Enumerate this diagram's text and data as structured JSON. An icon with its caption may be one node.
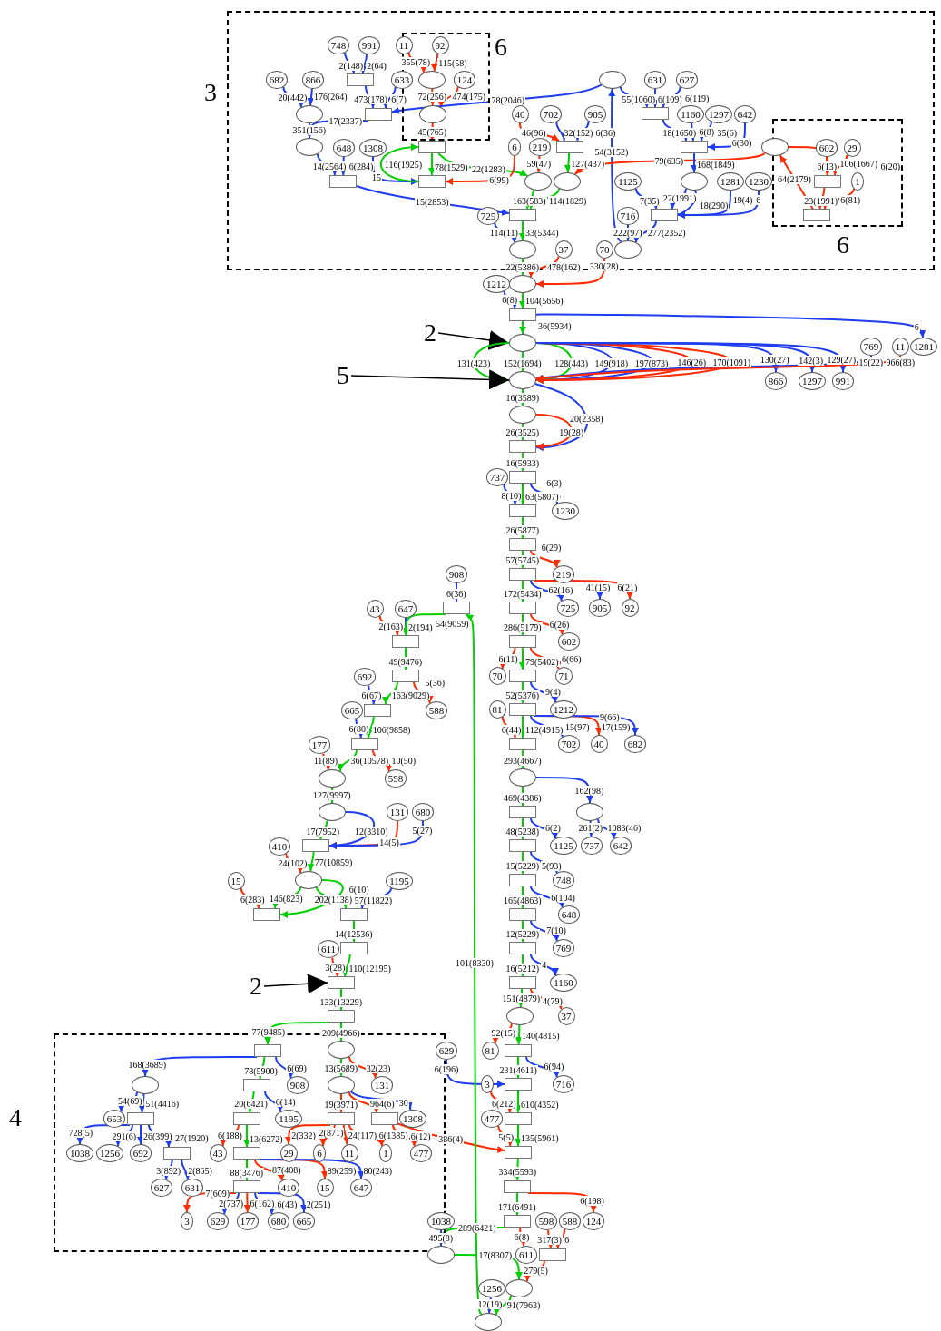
{
  "diagram": {
    "nodes": [
      {
        "text": [
          "3"
        ]
      },
      {
        "text": [
          "6"
        ],
        "in": 0
      },
      {
        "text": [
          "748"
        ],
        "in": 0
      },
      {
        "text": [
          "991"
        ],
        "in": 0
      },
      {
        "text": [
          "11"
        ],
        "in": 0
      },
      {
        "text": [
          "92"
        ],
        "in": 1
      },
      {
        "text": [
          "682"
        ],
        "in": 0
      },
      {
        "text": [
          "866"
        ],
        "in": 0
      },
      {
        "text": [],
        "shape": "box",
        "in": 0
      },
      {
        "text": [
          "633"
        ],
        "in": 0
      },
      {
        "text": [],
        "shape": "ellipse",
        "in": 1
      },
      {
        "text": [
          "124"
        ],
        "in": 1
      },
      {
        "text": [],
        "shape": "ellipse",
        "in": 0
      },
      {
        "text": [
          "631"
        ],
        "in": 0
      },
      {
        "text": [
          "627"
        ],
        "in": 0
      },
      {
        "text": [],
        "shape": "ellipse",
        "in": 0
      },
      {
        "text": [],
        "shape": "box",
        "in": 0
      },
      {
        "text": [],
        "shape": "ellipse",
        "in": 1
      },
      {
        "text": [
          "40"
        ],
        "in": 0
      },
      {
        "text": [
          "702"
        ],
        "in": 0
      },
      {
        "text": [
          "905"
        ],
        "in": 0
      },
      {
        "text": [],
        "shape": "box",
        "in": 0
      },
      {
        "text": [
          "1160"
        ],
        "in": 0
      },
      {
        "text": [
          "1297"
        ],
        "in": 0
      },
      {
        "text": [
          "642"
        ],
        "in": 0
      },
      {
        "text": [
          "6"
        ],
        "in": 0
      },
      {
        "text": [],
        "shape": "ellipse",
        "in": 0
      },
      {
        "text": [
          "648"
        ],
        "in": 0
      },
      {
        "text": [
          "1308"
        ],
        "in": 0
      },
      {
        "text": [],
        "shape": "box",
        "in": 0
      },
      {
        "text": [
          "6"
        ],
        "in": 0
      },
      {
        "text": [
          "219"
        ],
        "in": 0
      },
      {
        "text": [],
        "shape": "box",
        "in": 0
      },
      {
        "text": [],
        "shape": "box",
        "in": 0
      },
      {
        "text": [],
        "shape": "ellipse",
        "in": 0
      },
      {
        "text": [
          "602"
        ],
        "in": 25
      },
      {
        "text": [
          "29"
        ],
        "in": 25
      },
      {
        "text": [],
        "shape": "box",
        "in": 0
      },
      {
        "text": [],
        "shape": "box",
        "in": 0
      },
      {
        "text": [],
        "shape": "ellipse",
        "in": 0
      },
      {
        "text": [],
        "shape": "ellipse",
        "in": 0
      },
      {
        "text": [
          "1125"
        ],
        "in": 0
      },
      {
        "text": [],
        "shape": "ellipse",
        "in": 0
      },
      {
        "text": [
          "1281"
        ],
        "in": 0
      },
      {
        "text": [
          "1230"
        ],
        "in": 0
      },
      {
        "text": [],
        "shape": "box",
        "in": 25
      },
      {
        "text": [
          "1"
        ],
        "in": 25
      },
      {
        "text": [
          "725"
        ],
        "in": 0
      },
      {
        "text": [],
        "shape": "box",
        "in": 0
      },
      {
        "text": [
          "716"
        ],
        "in": 0
      },
      {
        "text": [],
        "shape": "box",
        "in": 0
      },
      {
        "text": [],
        "shape": "box",
        "in": 25
      },
      {
        "text": [],
        "shape": "ellipse",
        "in": 0
      },
      {
        "text": [
          "37"
        ],
        "in": 0
      },
      {
        "text": [
          "70"
        ],
        "in": 0
      },
      {
        "text": [],
        "shape": "ellipse",
        "in": 0
      },
      {
        "text": [
          "1212"
        ]
      },
      {
        "text": [],
        "shape": "ellipse"
      },
      {
        "text": [],
        "shape": "box"
      },
      {
        "text": [
          "2"
        ]
      },
      {
        "text": [],
        "shape": "ellipse"
      },
      {
        "text": [
          "769"
        ]
      },
      {
        "text": [
          "11"
        ]
      },
      {
        "text": [
          "1281"
        ]
      },
      {
        "text": [
          "5"
        ]
      },
      {
        "text": [],
        "shape": "ellipse"
      },
      {
        "text": [
          "866"
        ]
      },
      {
        "text": [
          "1297"
        ]
      },
      {
        "text": [
          "991"
        ]
      },
      {
        "text": [],
        "shape": "ellipse"
      },
      {
        "text": [],
        "shape": "box"
      },
      {
        "text": [
          "737"
        ]
      },
      {
        "text": [],
        "shape": "box"
      },
      {
        "text": [],
        "shape": "box"
      },
      {
        "text": [
          "1230"
        ]
      },
      {
        "text": [],
        "shape": "box"
      },
      {
        "text": [
          "908"
        ]
      },
      {
        "text": [],
        "shape": "box"
      },
      {
        "text": [
          "219"
        ]
      },
      {
        "text": [
          "43"
        ]
      },
      {
        "text": [
          "647"
        ]
      },
      {
        "text": [],
        "shape": "box"
      },
      {
        "text": [],
        "shape": "box"
      },
      {
        "text": [
          "725"
        ]
      },
      {
        "text": [
          "905"
        ]
      },
      {
        "text": [
          "92"
        ]
      },
      {
        "text": [],
        "shape": "box"
      },
      {
        "text": [],
        "shape": "box"
      },
      {
        "text": [
          "602"
        ]
      },
      {
        "text": [
          "692"
        ]
      },
      {
        "text": [],
        "shape": "box"
      },
      {
        "text": [
          "70"
        ]
      },
      {
        "text": [],
        "shape": "box"
      },
      {
        "text": [
          "71"
        ]
      },
      {
        "text": [
          "665"
        ]
      },
      {
        "text": [],
        "shape": "box"
      },
      {
        "text": [
          "588"
        ]
      },
      {
        "text": [
          "81"
        ]
      },
      {
        "text": [],
        "shape": "box"
      },
      {
        "text": [
          "1212"
        ]
      },
      {
        "text": [
          "177"
        ]
      },
      {
        "text": [],
        "shape": "box"
      },
      {
        "text": [],
        "shape": "box"
      },
      {
        "text": [
          "702"
        ]
      },
      {
        "text": [
          "40"
        ]
      },
      {
        "text": [
          "682"
        ]
      },
      {
        "text": [],
        "shape": "ellipse"
      },
      {
        "text": [
          "598"
        ]
      },
      {
        "text": [],
        "shape": "ellipse"
      },
      {
        "text": [],
        "shape": "ellipse"
      },
      {
        "text": [
          "131"
        ]
      },
      {
        "text": [
          "680"
        ]
      },
      {
        "text": [],
        "shape": "box"
      },
      {
        "text": [],
        "shape": "ellipse"
      },
      {
        "text": [
          "410"
        ]
      },
      {
        "text": [],
        "shape": "box"
      },
      {
        "text": [],
        "shape": "box"
      },
      {
        "text": [
          "1125"
        ]
      },
      {
        "text": [
          "737"
        ]
      },
      {
        "text": [
          "642"
        ]
      },
      {
        "text": [
          "15"
        ]
      },
      {
        "text": [],
        "shape": "ellipse"
      },
      {
        "text": [
          "1195"
        ]
      },
      {
        "text": [],
        "shape": "box"
      },
      {
        "text": [
          "748"
        ]
      },
      {
        "text": [],
        "shape": "box"
      },
      {
        "text": [],
        "shape": "box"
      },
      {
        "text": [],
        "shape": "box"
      },
      {
        "text": [
          "648"
        ]
      },
      {
        "text": [
          "611"
        ]
      },
      {
        "text": [],
        "shape": "box"
      },
      {
        "text": [],
        "shape": "box"
      },
      {
        "text": [
          "769"
        ]
      },
      {
        "text": [
          "2"
        ]
      },
      {
        "text": [],
        "shape": "box"
      },
      {
        "text": [],
        "shape": "box"
      },
      {
        "text": [
          "1160"
        ]
      },
      {
        "text": [],
        "shape": "box"
      },
      {
        "text": [],
        "shape": "ellipse"
      },
      {
        "text": [
          "37"
        ]
      },
      {
        "text": [
          "4"
        ]
      },
      {
        "text": [],
        "shape": "box",
        "in": 140
      },
      {
        "text": [],
        "shape": "ellipse",
        "in": 140
      },
      {
        "text": [
          "629"
        ]
      },
      {
        "text": [
          "81"
        ]
      },
      {
        "text": [],
        "shape": "box"
      },
      {
        "text": [],
        "shape": "ellipse",
        "in": 140
      },
      {
        "text": [],
        "shape": "box",
        "in": 140
      },
      {
        "text": [
          "908"
        ],
        "in": 140
      },
      {
        "text": [],
        "shape": "ellipse",
        "in": 140
      },
      {
        "text": [
          "131"
        ],
        "in": 140
      },
      {
        "text": [
          "3"
        ]
      },
      {
        "text": [],
        "shape": "box"
      },
      {
        "text": [
          "716"
        ]
      },
      {
        "text": [
          "653"
        ],
        "in": 140
      },
      {
        "text": [],
        "shape": "box",
        "in": 140
      },
      {
        "text": [],
        "shape": "box",
        "in": 140
      },
      {
        "text": [
          "1195"
        ],
        "in": 140
      },
      {
        "text": [],
        "shape": "box",
        "in": 140
      },
      {
        "text": [],
        "shape": "box",
        "in": 140
      },
      {
        "text": [
          "1308"
        ],
        "in": 140
      },
      {
        "text": [
          "477"
        ]
      },
      {
        "text": [],
        "shape": "box"
      },
      {
        "text": [
          "1038"
        ],
        "in": 140
      },
      {
        "text": [
          "1256"
        ],
        "in": 140
      },
      {
        "text": [
          "692"
        ],
        "in": 140
      },
      {
        "text": [],
        "shape": "box",
        "in": 140
      },
      {
        "text": [
          "43"
        ],
        "in": 140
      },
      {
        "text": [],
        "shape": "box",
        "in": 140
      },
      {
        "text": [
          "29"
        ],
        "in": 140
      },
      {
        "text": [
          "6"
        ],
        "in": 140
      },
      {
        "text": [
          "11"
        ],
        "in": 140
      },
      {
        "text": [
          "1"
        ],
        "in": 140
      },
      {
        "text": [
          "477"
        ],
        "in": 140
      },
      {
        "text": [],
        "shape": "box"
      },
      {
        "text": [
          "627"
        ],
        "in": 140
      },
      {
        "text": [
          "631"
        ],
        "in": 140
      },
      {
        "text": [],
        "shape": "box",
        "in": 140
      },
      {
        "text": [
          "410"
        ],
        "in": 140
      },
      {
        "text": [
          "15"
        ],
        "in": 140
      },
      {
        "text": [
          "647"
        ],
        "in": 140
      },
      {
        "text": [],
        "shape": "box"
      },
      {
        "text": [
          "3"
        ],
        "in": 140
      },
      {
        "text": [
          "629"
        ],
        "in": 140
      },
      {
        "text": [
          "177"
        ],
        "in": 140
      },
      {
        "text": [
          "680"
        ],
        "in": 140
      },
      {
        "text": [
          "665"
        ],
        "in": 140
      },
      {
        "text": [
          "1038"
        ]
      },
      {
        "text": [
          "598"
        ]
      },
      {
        "text": [
          "588"
        ]
      },
      {
        "text": [
          "124"
        ]
      },
      {
        "text": [],
        "shape": "box"
      },
      {
        "text": [],
        "shape": "ellipse"
      },
      {
        "text": [
          "611"
        ]
      },
      {
        "text": [],
        "shape": "box"
      },
      {
        "text": [
          "1256"
        ]
      },
      {
        "text": [],
        "shape": "ellipse"
      },
      {
        "text": [],
        "shape": "ellipse"
      }
    ],
    "edges": [
      {
        "from": 2,
        "to": 8,
        "arrow": "to",
        "label": "2(148)"
      },
      {
        "from": 3,
        "to": 8,
        "arrow": "to",
        "label": "2(64)"
      },
      {
        "from": 4,
        "to": 10,
        "arrow": "to",
        "label": "355(78)",
        "color": "#ff2a00"
      },
      {
        "from": 5,
        "to": 10,
        "arrow": "to",
        "label": "115(58)",
        "color": "#ff2a00"
      },
      {
        "from": 6,
        "to": 15,
        "arrow": "to",
        "label": "20(442)"
      },
      {
        "from": 7,
        "to": 15,
        "arrow": "to",
        "label": "176(264)"
      },
      {
        "from": 8,
        "to": 16,
        "arrow": "to",
        "label": "473(178)"
      },
      {
        "from": 9,
        "to": 16,
        "arrow": "to",
        "label": "6(7)"
      },
      {
        "from": 10,
        "to": 17,
        "arrow": "to",
        "label": "72(256)",
        "color": "#ff2a00"
      },
      {
        "from": 11,
        "to": 17,
        "arrow": "to",
        "label": "474(175)",
        "color": "#ff2a00"
      },
      {
        "from": 12,
        "to": 16,
        "arrow": "to",
        "label": "78(2046)"
      },
      {
        "from": 15,
        "to": 26,
        "arrow": "to",
        "label": "351(156)"
      },
      {
        "from": 16,
        "to": 26,
        "arrow": "to",
        "label": "17(2337)"
      },
      {
        "from": 17,
        "to": 29,
        "arrow": "to",
        "label": "45(765)",
        "color": "#ff2a00"
      },
      {
        "from": 26,
        "to": 37,
        "arrow": "to",
        "label": "14(2564)"
      },
      {
        "from": 27,
        "to": 37,
        "arrow": "to",
        "label": "6(284)"
      },
      {
        "from": 28,
        "to": 38,
        "arrow": "to",
        "label": "15"
      },
      {
        "from": 38,
        "to": 29,
        "arrow": "to",
        "label": "116(1925)",
        "color": "#00d000"
      },
      {
        "from": 29,
        "to": 38,
        "arrow": "to",
        "label": "78(1529)",
        "color": "#00d000"
      },
      {
        "from": 29,
        "to": 39,
        "arrow": "to",
        "label": "22(1283)",
        "color": "#00d000"
      },
      {
        "from": 30,
        "to": 38,
        "arrow": "to",
        "label": "6(99)",
        "color": "#ff2a00"
      },
      {
        "from": 31,
        "to": 39,
        "arrow": "to",
        "label": "59(47)",
        "color": "#ff2a00"
      },
      {
        "from": 32,
        "to": 40,
        "arrow": "to",
        "label": "127(437)",
        "color": "#00d000"
      },
      {
        "from": 55,
        "to": 12,
        "arrow": "to",
        "label": "54(3152)"
      },
      {
        "from": 34,
        "to": 40,
        "arrow": "to",
        "label": "79(635)",
        "color": "#ff2a00"
      },
      {
        "from": 34,
        "to": 45,
        "arrow": "to",
        "label": "106(1667)",
        "color": "#ff2a00"
      },
      {
        "from": 35,
        "to": 45,
        "arrow": "to",
        "label": "6(13)",
        "color": "#ff2a00"
      },
      {
        "from": 36,
        "to": 45,
        "arrow": "to",
        "label": "6(20)",
        "color": "#ff2a00"
      },
      {
        "from": 45,
        "to": 51,
        "arrow": "to",
        "label": "23(1991)",
        "color": "#ff2a00"
      },
      {
        "from": 46,
        "to": 51,
        "arrow": "to",
        "label": "6(81)",
        "color": "#ff2a00"
      },
      {
        "from": 51,
        "to": 34,
        "arrow": "to",
        "label": "64(2179)",
        "color": "#ff2a00"
      },
      {
        "from": 18,
        "to": 32,
        "arrow": "to",
        "label": "46(96)",
        "color": "#ff2a00"
      },
      {
        "from": 19,
        "to": 32,
        "arrow": "to",
        "label": "32(152)"
      },
      {
        "from": 20,
        "to": 32,
        "arrow": "to",
        "label": "6(36)"
      },
      {
        "from": 37,
        "to": 48,
        "arrow": "to",
        "label": "15(2853)"
      },
      {
        "from": 39,
        "to": 48,
        "arrow": "to",
        "label": "163(583)",
        "color": "#00d000"
      },
      {
        "from": 40,
        "to": 48,
        "arrow": "to",
        "label": "114(1829)",
        "color": "#00d000"
      },
      {
        "from": 48,
        "to": 52,
        "arrow": "to",
        "label": "33(5344)",
        "color": "#00d000"
      },
      {
        "from": 47,
        "to": 52,
        "arrow": "to",
        "label": "114(11)"
      },
      {
        "from": 12,
        "to": 21,
        "arrow": "to",
        "label": "55(1060)"
      },
      {
        "from": 13,
        "to": 21,
        "arrow": "to",
        "label": "6(109)"
      },
      {
        "from": 14,
        "to": 21,
        "arrow": "to",
        "label": "6(119)"
      },
      {
        "from": 21,
        "to": 33,
        "arrow": "to",
        "label": "18(1650)"
      },
      {
        "from": 22,
        "to": 33,
        "arrow": "to",
        "label": "6(8)"
      },
      {
        "from": 23,
        "to": 33,
        "arrow": "to",
        "label": "35(6)"
      },
      {
        "from": 24,
        "to": 33,
        "arrow": "to",
        "label": "6(30)"
      },
      {
        "from": 33,
        "to": 42,
        "arrow": "to",
        "label": "168(1849)"
      },
      {
        "from": 42,
        "to": 50,
        "arrow": "to",
        "label": "22(1991)"
      },
      {
        "from": 42,
        "to": 50,
        "arrow": "to",
        "label": "18(290)"
      },
      {
        "from": 41,
        "to": 50,
        "arrow": "to",
        "label": "7(35)"
      },
      {
        "from": 43,
        "to": 50,
        "arrow": "to",
        "label": "19(4)"
      },
      {
        "from": 44,
        "to": 50,
        "arrow": "to",
        "label": "6"
      },
      {
        "from": 49,
        "to": 55,
        "arrow": "to",
        "label": "222(97)"
      },
      {
        "from": 50,
        "to": 55,
        "arrow": "to",
        "label": "277(2352)"
      },
      {
        "from": 52,
        "to": 57,
        "arrow": "to",
        "label": "22(5386)",
        "color": "#00d000"
      },
      {
        "from": 53,
        "to": 57,
        "arrow": "to",
        "label": "478(162)",
        "color": "#ff2a00"
      },
      {
        "from": 54,
        "to": 57,
        "arrow": "to",
        "label": "330(28)",
        "color": "#ff2a00"
      },
      {
        "from": 57,
        "to": 58,
        "arrow": "to",
        "label": "104(5656)",
        "color": "#00d000"
      },
      {
        "from": 56,
        "to": 58,
        "arrow": "to",
        "label": "6(8)"
      },
      {
        "from": 58,
        "to": 63,
        "arrow": "to",
        "label": "6"
      },
      {
        "from": 58,
        "to": 60,
        "arrow": "to",
        "label": "36(5934)",
        "color": "#00d000"
      },
      {
        "from": 59,
        "to": 60,
        "arrow": "to",
        "color": "#000000"
      },
      {
        "from": 60,
        "to": 65,
        "arrow": "to",
        "label": "131(423)",
        "color": "#00d000"
      },
      {
        "from": 60,
        "to": 65,
        "arrow": "to",
        "label": "152(1694)",
        "color": "#00d000"
      },
      {
        "from": 60,
        "to": 65,
        "arrow": "to",
        "label": "128(443)",
        "color": "#00d000"
      },
      {
        "from": 60,
        "to": 65,
        "arrow": "to",
        "label": "149(918)"
      },
      {
        "from": 60,
        "to": 65,
        "arrow": "to",
        "label": "197(873)"
      },
      {
        "from": 60,
        "to": 65,
        "arrow": "to",
        "label": "146(26)",
        "color": "#ff2a00"
      },
      {
        "from": 60,
        "to": 65,
        "arrow": "to",
        "label": "170(1091)",
        "color": "#ff2a00"
      },
      {
        "from": 60,
        "to": 66,
        "arrow": "to",
        "label": "130(27)"
      },
      {
        "from": 60,
        "to": 67,
        "arrow": "to",
        "label": "142(3)"
      },
      {
        "from": 60,
        "to": 68,
        "arrow": "to",
        "label": "129(27)"
      },
      {
        "from": 61,
        "to": 65,
        "arrow": "to",
        "label": "19(22)"
      },
      {
        "from": 62,
        "to": 65,
        "arrow": "to",
        "label": "966(83)",
        "color": "#ff2a00"
      },
      {
        "from": 64,
        "to": 65,
        "arrow": "to",
        "color": "#000000"
      },
      {
        "from": 65,
        "to": 69,
        "arrow": "to",
        "label": "16(3589)",
        "color": "#00d000"
      },
      {
        "from": 65,
        "to": 70,
        "arrow": "to",
        "label": "20(2358)"
      },
      {
        "from": 69,
        "to": 70,
        "arrow": "to",
        "label": "26(3525)",
        "color": "#00d000"
      },
      {
        "from": 69,
        "to": 70,
        "arrow": "to",
        "label": "19(28)",
        "color": "#ff2a00"
      },
      {
        "from": 70,
        "to": 72,
        "arrow": "to",
        "label": "16(5933)",
        "color": "#00d000"
      },
      {
        "from": 72,
        "to": 73,
        "arrow": "to",
        "label": "63(5807)",
        "color": "#00d000"
      },
      {
        "from": 71,
        "to": 73,
        "arrow": "to",
        "label": "8(10)"
      },
      {
        "from": 72,
        "to": 74,
        "arrow": "to",
        "label": "6(3)"
      },
      {
        "from": 73,
        "to": 75,
        "arrow": "to",
        "label": "26(5877)",
        "color": "#00d000"
      },
      {
        "from": 75,
        "to": 77,
        "arrow": "to",
        "label": "57(5745)",
        "color": "#00d000"
      },
      {
        "from": 75,
        "to": 78,
        "arrow": "to",
        "label": "6(29)",
        "color": "#ff2a00"
      },
      {
        "from": 77,
        "to": 82,
        "arrow": "to",
        "label": "172(5434)",
        "color": "#00d000"
      },
      {
        "from": 77,
        "to": 83,
        "arrow": "to",
        "label": "62(16)"
      },
      {
        "from": 77,
        "to": 84,
        "arrow": "to",
        "label": "41(15)"
      },
      {
        "from": 77,
        "to": 85,
        "arrow": "to",
        "label": "6(21)",
        "color": "#ff2a00"
      },
      {
        "from": 82,
        "to": 87,
        "arrow": "to",
        "label": "286(5179)",
        "color": "#00d000"
      },
      {
        "from": 82,
        "to": 88,
        "arrow": "to",
        "label": "6(26)",
        "color": "#ff2a00"
      },
      {
        "from": 87,
        "to": 92,
        "arrow": "to",
        "label": "79(5402)",
        "color": "#00d000"
      },
      {
        "from": 87,
        "to": 91,
        "arrow": "to",
        "label": "6(11)",
        "color": "#ff2a00"
      },
      {
        "from": 87,
        "to": 93,
        "arrow": "to",
        "label": "6(66)",
        "color": "#ff2a00"
      },
      {
        "from": 92,
        "to": 98,
        "arrow": "to",
        "label": "52(5376)",
        "color": "#00d000"
      },
      {
        "from": 92,
        "to": 99,
        "arrow": "to",
        "label": "9(4)"
      },
      {
        "from": 98,
        "to": 102,
        "arrow": "to",
        "label": "112(4915)",
        "color": "#00d000"
      },
      {
        "from": 97,
        "to": 102,
        "arrow": "to",
        "label": "6(44)",
        "color": "#ff2a00"
      },
      {
        "from": 98,
        "to": 103,
        "arrow": "to",
        "label": "15(97)"
      },
      {
        "from": 98,
        "to": 104,
        "arrow": "to",
        "label": "17(159)",
        "color": "#ff2a00"
      },
      {
        "from": 98,
        "to": 105,
        "arrow": "to",
        "label": "9(66)"
      },
      {
        "from": 102,
        "to": 108,
        "arrow": "to",
        "label": "293(4667)",
        "color": "#00d000"
      },
      {
        "from": 108,
        "to": 112,
        "arrow": "to",
        "label": "469(4386)",
        "color": "#00d000"
      },
      {
        "from": 108,
        "to": 113,
        "arrow": "to",
        "label": "162(98)"
      },
      {
        "from": 112,
        "to": 116,
        "arrow": "to",
        "label": "48(5238)",
        "color": "#00d000"
      },
      {
        "from": 112,
        "to": 117,
        "arrow": "to",
        "label": "6(2)"
      },
      {
        "from": 113,
        "to": 118,
        "arrow": "to",
        "label": "261(2)"
      },
      {
        "from": 113,
        "to": 119,
        "arrow": "to",
        "label": "1083(46)"
      },
      {
        "from": 116,
        "to": 123,
        "arrow": "to",
        "label": "15(5229)",
        "color": "#00d000"
      },
      {
        "from": 116,
        "to": 124,
        "arrow": "to",
        "label": "5(93)"
      },
      {
        "from": 123,
        "to": 127,
        "arrow": "to",
        "label": "165(4863)",
        "color": "#00d000"
      },
      {
        "from": 123,
        "to": 128,
        "arrow": "to",
        "label": "6(104)"
      },
      {
        "from": 127,
        "to": 131,
        "arrow": "to",
        "label": "12(5229)",
        "color": "#00d000"
      },
      {
        "from": 127,
        "to": 132,
        "arrow": "to",
        "label": "7(10)"
      },
      {
        "from": 131,
        "to": 135,
        "arrow": "to",
        "label": "16(5212)",
        "color": "#00d000"
      },
      {
        "from": 131,
        "to": 136,
        "arrow": "to",
        "label": "4"
      },
      {
        "from": 135,
        "to": 138,
        "arrow": "to",
        "label": "151(4879)",
        "color": "#00d000"
      },
      {
        "from": 135,
        "to": 139,
        "arrow": "to",
        "label": "4(79)",
        "color": "#ff2a00"
      },
      {
        "from": 138,
        "to": 145,
        "arrow": "to",
        "label": "140(4815)",
        "color": "#00d000"
      },
      {
        "from": 138,
        "to": 144,
        "arrow": "to",
        "label": "92(15)",
        "color": "#ff2a00"
      },
      {
        "from": 145,
        "to": 152,
        "arrow": "to",
        "label": "231(4611)",
        "color": "#00d000"
      },
      {
        "from": 145,
        "to": 153,
        "arrow": "to",
        "label": "6(94)"
      },
      {
        "from": 143,
        "to": 152,
        "arrow": "to",
        "label": "6(196)"
      },
      {
        "from": 152,
        "to": 162,
        "arrow": "to",
        "label": "610(4352)",
        "color": "#00d000"
      },
      {
        "from": 151,
        "to": 162,
        "arrow": "to",
        "label": "6(212)",
        "color": "#ff2a00"
      },
      {
        "from": 162,
        "to": 174,
        "arrow": "to",
        "label": "135(5961)",
        "color": "#00d000"
      },
      {
        "from": 161,
        "to": 174,
        "arrow": "to",
        "label": "5(5)",
        "color": "#ff2a00"
      },
      {
        "from": 159,
        "to": 174,
        "arrow": "to",
        "label": "386(4)",
        "color": "#ff2a00"
      },
      {
        "from": 174,
        "to": 181,
        "arrow": "to",
        "label": "334(5593)",
        "color": "#00d000"
      },
      {
        "from": 181,
        "to": 191,
        "arrow": "to",
        "label": "171(6491)",
        "color": "#00d000"
      },
      {
        "from": 181,
        "to": 190,
        "arrow": "to",
        "label": "6(198)",
        "color": "#ff2a00"
      },
      {
        "from": 191,
        "to": 193,
        "arrow": "to",
        "label": "6(8)",
        "color": "#ff2a00"
      },
      {
        "from": 191,
        "to": 192,
        "arrow": "to",
        "label": "289(6421)",
        "color": "#00d000"
      },
      {
        "from": 188,
        "to": 194,
        "arrow": "to",
        "label": "317(3)",
        "color": "#ff2a00"
      },
      {
        "from": 189,
        "to": 194,
        "arrow": "to",
        "label": "6",
        "color": "#ff2a00"
      },
      {
        "from": 187,
        "to": 192,
        "arrow": "to",
        "label": "495(8)"
      },
      {
        "from": 192,
        "to": 196,
        "arrow": "to",
        "label": "17(8307)",
        "color": "#00d000"
      },
      {
        "from": 194,
        "to": 196,
        "arrow": "to",
        "label": "279(5)",
        "color": "#ff2a00"
      },
      {
        "from": 196,
        "to": 197,
        "arrow": "to",
        "label": "91(7963)",
        "color": "#00d000"
      },
      {
        "from": 195,
        "to": 197,
        "arrow": "to",
        "label": "12(19)"
      },
      {
        "from": 197,
        "to": 81,
        "arrow": "to",
        "label": "101(8330)",
        "color": "#00d000"
      },
      {
        "from": 76,
        "to": 81,
        "arrow": "to",
        "label": "6(36)"
      },
      {
        "from": 79,
        "to": 86,
        "arrow": "to",
        "label": "2(163)",
        "color": "#ff2a00"
      },
      {
        "from": 80,
        "to": 86,
        "arrow": "to",
        "label": "2(194)"
      },
      {
        "from": 81,
        "to": 86,
        "arrow": "to",
        "label": "54(9059)",
        "color": "#00d000"
      },
      {
        "from": 86,
        "to": 90,
        "arrow": "to",
        "label": "49(9476)",
        "color": "#00d000"
      },
      {
        "from": 90,
        "to": 95,
        "arrow": "to",
        "label": "163(9029)",
        "color": "#00d000"
      },
      {
        "from": 89,
        "to": 95,
        "arrow": "to",
        "label": "6(67)"
      },
      {
        "from": 90,
        "to": 96,
        "arrow": "to",
        "label": "5(36)",
        "color": "#ff2a00"
      },
      {
        "from": 95,
        "to": 101,
        "arrow": "to",
        "label": "106(9858)",
        "color": "#00d000"
      },
      {
        "from": 94,
        "to": 101,
        "arrow": "to",
        "label": "6(80)"
      },
      {
        "from": 101,
        "to": 107,
        "arrow": "to",
        "label": "10(50)",
        "color": "#ff2a00"
      },
      {
        "from": 101,
        "to": 106,
        "arrow": "to",
        "label": "36(10578)",
        "color": "#00d000"
      },
      {
        "from": 100,
        "to": 106,
        "arrow": "to",
        "label": "11(89)",
        "color": "#ff2a00"
      },
      {
        "from": 106,
        "to": 109,
        "arrow": "to",
        "label": "127(9997)",
        "color": "#00d000"
      },
      {
        "from": 109,
        "to": 115,
        "arrow": "to",
        "label": "17(7952)",
        "color": "#00d000"
      },
      {
        "from": 109,
        "to": 115,
        "arrow": "to",
        "label": "12(3310)"
      },
      {
        "from": 110,
        "to": 115,
        "arrow": "to",
        "label": "14(5)",
        "color": "#ff2a00"
      },
      {
        "from": 111,
        "to": 115,
        "arrow": "to",
        "label": "5(27)"
      },
      {
        "from": 115,
        "to": 121,
        "arrow": "to",
        "label": "77(10859)",
        "color": "#00d000"
      },
      {
        "from": 114,
        "to": 121,
        "arrow": "to",
        "label": "24(102)",
        "color": "#ff2a00"
      },
      {
        "from": 121,
        "to": 125,
        "arrow": "to",
        "label": "146(823)",
        "color": "#00d000"
      },
      {
        "from": 121,
        "to": 125,
        "arrow": "to",
        "label": "202(1138)",
        "color": "#00d000"
      },
      {
        "from": 120,
        "to": 125,
        "arrow": "to",
        "label": "6(283)",
        "color": "#ff2a00"
      },
      {
        "from": 121,
        "to": 126,
        "arrow": "to",
        "label": "57(11822)",
        "color": "#00d000"
      },
      {
        "from": 122,
        "to": 126,
        "arrow": "to",
        "label": "6(10)"
      },
      {
        "from": 126,
        "to": 130,
        "arrow": "to",
        "label": "14(12536)",
        "color": "#00d000"
      },
      {
        "from": 130,
        "to": 134,
        "arrow": "to",
        "label": "110(12195)",
        "color": "#00d000"
      },
      {
        "from": 129,
        "to": 134,
        "arrow": "to",
        "label": "3(28)",
        "color": "#ff2a00"
      },
      {
        "from": 133,
        "to": 134,
        "arrow": "to",
        "color": "#000000"
      },
      {
        "from": 134,
        "to": 137,
        "arrow": "to",
        "label": "133(13229)",
        "color": "#00d000"
      },
      {
        "from": 137,
        "to": 141,
        "arrow": "to",
        "label": "77(9485)",
        "color": "#00d000"
      },
      {
        "from": 137,
        "to": 142,
        "arrow": "to",
        "label": "209(4966)",
        "color": "#00d000"
      },
      {
        "from": 141,
        "to": 146,
        "arrow": "to",
        "label": "168(3689)"
      },
      {
        "from": 141,
        "to": 147,
        "arrow": "to",
        "label": "78(5900)",
        "color": "#00d000"
      },
      {
        "from": 141,
        "to": 148,
        "arrow": "to",
        "label": "6(69)"
      },
      {
        "from": 142,
        "to": 149,
        "arrow": "to",
        "label": "13(5689)",
        "color": "#00d000"
      },
      {
        "from": 142,
        "to": 150,
        "arrow": "to",
        "label": "32(23)",
        "color": "#ff2a00"
      },
      {
        "from": 146,
        "to": 154,
        "arrow": "to",
        "label": "54(69)"
      },
      {
        "from": 146,
        "to": 155,
        "arrow": "to",
        "label": "51(4416)"
      },
      {
        "from": 147,
        "to": 156,
        "arrow": "to",
        "label": "20(6421)",
        "color": "#00d000"
      },
      {
        "from": 147,
        "to": 157,
        "arrow": "to",
        "label": "6(14)"
      },
      {
        "from": 149,
        "to": 158,
        "arrow": "to",
        "label": "19(3971)",
        "color": "#ff2a00"
      },
      {
        "from": 149,
        "to": 159,
        "arrow": "to",
        "label": "964(6)",
        "color": "#ff2a00"
      },
      {
        "from": 149,
        "to": 160,
        "arrow": "to",
        "label": "30"
      },
      {
        "from": 155,
        "to": 163,
        "arrow": "to",
        "label": "728(5)"
      },
      {
        "from": 155,
        "to": 164,
        "arrow": "to",
        "label": "291(6)"
      },
      {
        "from": 155,
        "to": 165,
        "arrow": "to",
        "label": "26(399)"
      },
      {
        "from": 155,
        "to": 166,
        "arrow": "to",
        "label": "27(1920)"
      },
      {
        "from": 156,
        "to": 167,
        "arrow": "to",
        "label": "6(188)",
        "color": "#ff2a00"
      },
      {
        "from": 156,
        "to": 168,
        "arrow": "to",
        "label": "13(6272)",
        "color": "#00d000"
      },
      {
        "from": 158,
        "to": 169,
        "arrow": "to",
        "label": "2(332)",
        "color": "#ff2a00"
      },
      {
        "from": 158,
        "to": 170,
        "arrow": "to",
        "label": "2(871)",
        "color": "#ff2a00"
      },
      {
        "from": 158,
        "to": 171,
        "arrow": "to",
        "label": "24(117)",
        "color": "#ff2a00"
      },
      {
        "from": 158,
        "to": 172,
        "arrow": "to",
        "label": "6(1385)",
        "color": "#ff2a00"
      },
      {
        "from": 159,
        "to": 173,
        "arrow": "to",
        "label": "6(12)",
        "color": "#ff2a00"
      },
      {
        "from": 166,
        "to": 175,
        "arrow": "to",
        "label": "3(892)"
      },
      {
        "from": 166,
        "to": 176,
        "arrow": "to",
        "label": "2(865)"
      },
      {
        "from": 168,
        "to": 177,
        "arrow": "to",
        "label": "88(3476)",
        "color": "#00d000"
      },
      {
        "from": 168,
        "to": 178,
        "arrow": "to",
        "label": "87(408)",
        "color": "#ff2a00"
      },
      {
        "from": 168,
        "to": 179,
        "arrow": "to",
        "label": "89(259)",
        "color": "#ff2a00"
      },
      {
        "from": 168,
        "to": 180,
        "arrow": "to",
        "label": "80(243)"
      },
      {
        "from": 177,
        "to": 182,
        "arrow": "to",
        "label": "7(609)",
        "color": "#ff2a00"
      },
      {
        "from": 177,
        "to": 183,
        "arrow": "to",
        "label": "2(737)"
      },
      {
        "from": 177,
        "to": 184,
        "arrow": "to",
        "label": "6(162)",
        "color": "#ff2a00"
      },
      {
        "from": 177,
        "to": 185,
        "arrow": "to",
        "label": "6(43)"
      },
      {
        "from": 177,
        "to": 186,
        "arrow": "to",
        "label": "2(251)"
      }
    ]
  }
}
